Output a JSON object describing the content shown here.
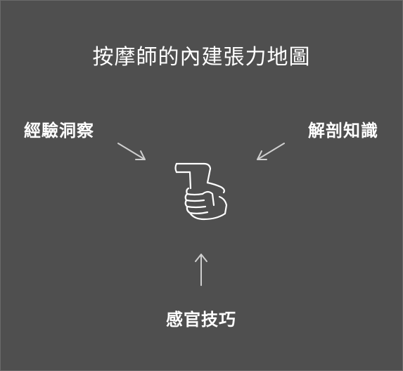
{
  "diagram": {
    "title": "按摩師的內建張力地圖",
    "inputs": [
      {
        "label": "經驗洞察"
      },
      {
        "label": "解剖知識"
      },
      {
        "label": "感官技巧"
      }
    ],
    "center_icon": "hand-gripping-tool-icon"
  },
  "colors": {
    "background": "#4f4f4f",
    "border": "#6a6a6a",
    "text": "#ffffff",
    "arrow": "#cfcfcf",
    "icon_stroke": "#ffffff"
  }
}
